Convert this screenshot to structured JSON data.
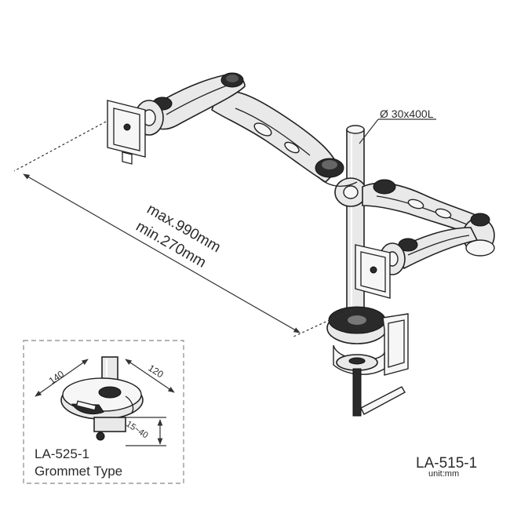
{
  "diagram": {
    "pole_spec": "Ø 30x400L",
    "reach_max": "max.990mm",
    "reach_min": "min.270mm",
    "main_model": "LA-515-1",
    "unit": "unit:mm",
    "inset": {
      "model": "LA-525-1",
      "type": "Grommet Type",
      "dim_a": "140",
      "dim_b": "120",
      "dim_c": "15~40"
    }
  }
}
